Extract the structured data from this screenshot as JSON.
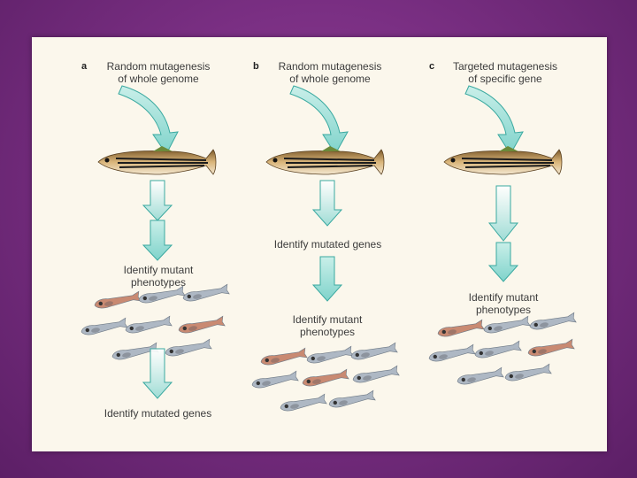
{
  "panels": [
    {
      "label": "a",
      "title_line1": "Random mutagenesis",
      "title_line2": "of whole genome",
      "step1_line1": "Identify mutant",
      "step1_line2": "phenotypes",
      "step2": "Identify mutated genes"
    },
    {
      "label": "b",
      "title_line1": "Random mutagenesis",
      "title_line2": "of whole genome",
      "step1": "Identify mutated genes",
      "step2_line1": "Identify mutant",
      "step2_line2": "phenotypes"
    },
    {
      "label": "c",
      "title_line1": "Targeted mutagenesis",
      "title_line2": "of specific gene",
      "step1_line1": "Identify mutant",
      "step1_line2": "phenotypes"
    }
  ],
  "colors": {
    "background": "#7a2f83",
    "figure_bg": "#fbf7ec",
    "arrow_fill": "#8fdad3",
    "arrow_edge": "#3aa9a0",
    "fish_body": "#c9a56a",
    "fish_stripe": "#1c1c1c",
    "mutant_fish": "#c98a72",
    "wildtype_fish": "#aeb8c4"
  }
}
